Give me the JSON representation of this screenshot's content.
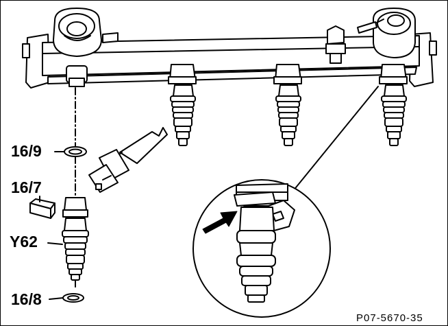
{
  "callouts": {
    "seal_upper": "16/9",
    "clip": "16/7",
    "injector": "Y62",
    "seal_lower": "16/8"
  },
  "figure_ref": "P07-5670-35",
  "colors": {
    "line": "#000000",
    "background": "#ffffff"
  }
}
